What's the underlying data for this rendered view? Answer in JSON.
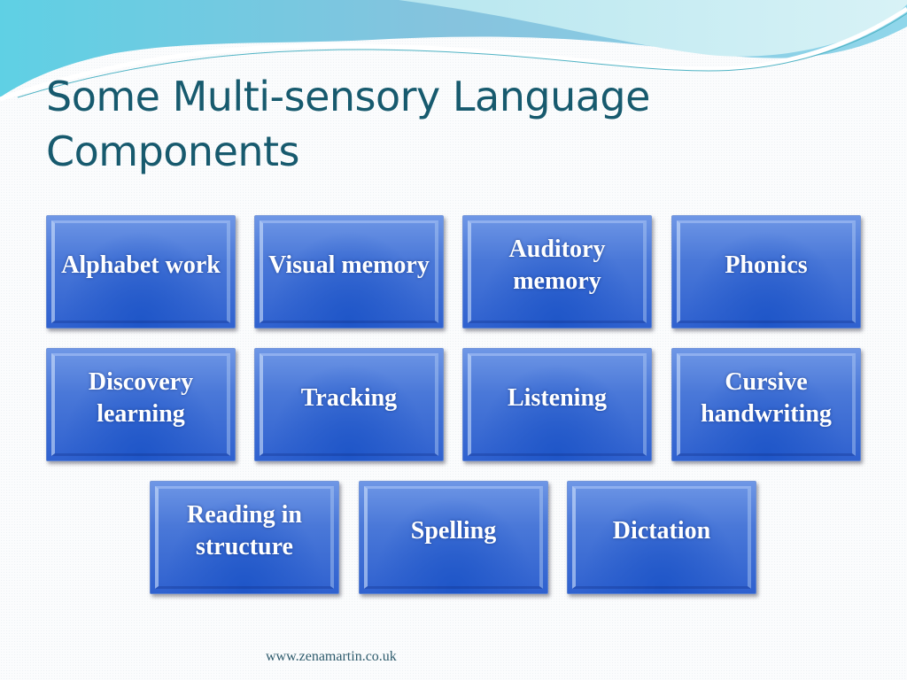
{
  "slide": {
    "title": "Some Multi-sensory Language Components",
    "colors": {
      "title": "#175a6e",
      "tile_top": "#6f97e6",
      "tile_bottom": "#2f61cf",
      "swoosh_light": "#aee4ee",
      "swoosh_mid": "#5fd2e6"
    },
    "tiles": [
      {
        "label": "Alphabet work"
      },
      {
        "label": "Visual memory"
      },
      {
        "label": "Auditory memory"
      },
      {
        "label": "Phonics"
      },
      {
        "label": "Discovery learning"
      },
      {
        "label": "Tracking"
      },
      {
        "label": "Listening"
      },
      {
        "label": "Cursive handwriting"
      },
      {
        "label": "Reading in structure"
      },
      {
        "label": "Spelling"
      },
      {
        "label": "Dictation"
      }
    ],
    "footer": "www.zenamartin.co.uk"
  }
}
